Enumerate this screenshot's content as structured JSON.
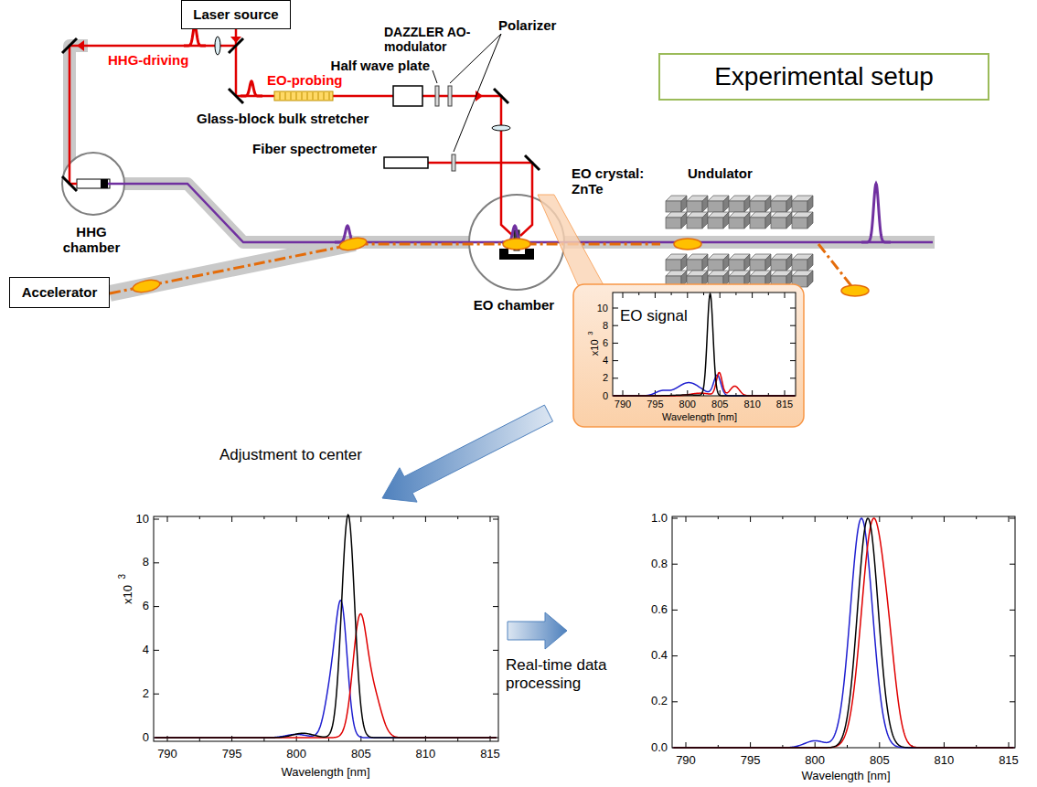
{
  "diagram": {
    "nodes": [
      {
        "text": [
          "Laser source"
        ]
      },
      {
        "text": [
          "Experimental setup"
        ]
      },
      {
        "text": [
          "Accelerator"
        ]
      },
      {
        "text": [
          "EO signal"
        ]
      }
    ],
    "labels": [
      "HHG-driving",
      "EO-probing",
      "DAZZLER AO-modulator",
      "Half wave plate",
      "Polarizer",
      "Glass-block bulk stretcher",
      "Fiber spectrometer",
      "EO crystal: ZnTe",
      "Undulator",
      "HHG chamber",
      "EO chamber",
      "Adjustment to center",
      "Real-time data processing",
      "0",
      "2",
      "4",
      "6",
      "8",
      "10",
      "x10",
      "3",
      "790",
      "795",
      "800",
      "805",
      "810",
      "815",
      "Wavelength [nm]",
      "0",
      "2",
      "4",
      "6",
      "8",
      "10",
      "x10",
      "3",
      "790",
      "795",
      "800",
      "805",
      "810",
      "815",
      "Wavelength [nm]",
      "0.0",
      "0.2",
      "0.4",
      "0.6",
      "0.8",
      "1.0",
      "790",
      "795",
      "800",
      "805",
      "810",
      "815",
      "Wavelength [nm]"
    ]
  }
}
